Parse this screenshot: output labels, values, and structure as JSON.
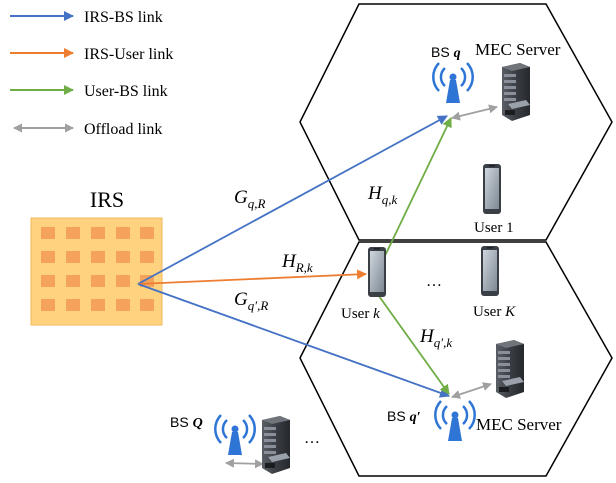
{
  "legend": {
    "items": [
      {
        "label": "IRS-BS link",
        "color": "#4472C4"
      },
      {
        "label": "IRS-User link",
        "color": "#ED7D31"
      },
      {
        "label": "User-BS link",
        "color": "#70AD47"
      },
      {
        "label": "Offload link",
        "color": "#A0A0A0"
      }
    ]
  },
  "irs": {
    "label": "IRS",
    "panel_color": "#FFD27F",
    "element_color": "#F5A35B"
  },
  "cell_top": {
    "bs_prefix": "BS ",
    "bs_index": "q",
    "server_label": "MEC Server"
  },
  "cell_bottom": {
    "bs_prefix": "BS ",
    "bs_index": "q′",
    "server_label": "MEC Server"
  },
  "outside": {
    "bs_prefix": "BS ",
    "bs_index": "Q",
    "ellipsis": "…"
  },
  "users": {
    "user1": {
      "label": "User 1"
    },
    "userk": {
      "prefix": "User ",
      "index": "k"
    },
    "userK": {
      "prefix": "User ",
      "index": "K"
    },
    "ellipsis": "…"
  },
  "channels": {
    "g_qR": {
      "main": "G",
      "sub": "q,R"
    },
    "h_Rk": {
      "main": "H",
      "sub": "R,k"
    },
    "g_qpR": {
      "main": "G",
      "sub": "q′,R"
    },
    "h_qk": {
      "main": "H",
      "sub": "q,k"
    },
    "h_qpk": {
      "main": "H",
      "sub": "q′,k"
    }
  }
}
